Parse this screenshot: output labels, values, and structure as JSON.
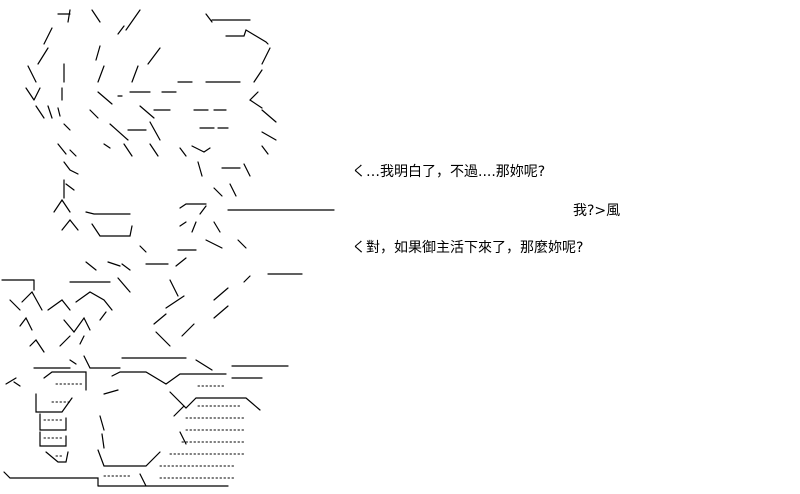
{
  "dialogue": [
    "く…我明白了，不過....那妳呢?",
    "我?>風",
    "く對，如果御主活下來了，那麼妳呢?"
  ],
  "ascii_art": [
    "ノ!  /     ,/        イ___",
    "/     ,'           ─<___",
    "{ヽ!  |l    /    /           /",
    "∨ ..{l   //∠ -=≦   ___     /",
    "∨l}从,イ    ノくミ   ==─    く",
    "ゞ\"       z≦ニ、＼    ==-     ＼",
    "!≧      ,'  ぅ'   ヽ  r-、     ＞",
    "ぅ>              `!   }=-/",
    "|く                    ノ/",
    "八  、___        ,{ニ}\"  r===========",
    "八  ∨__/        ,'   |  /",
    "イ         /",
    "`ーく   -=≦/",
    "-=≦ヽ,/     ,'       ,       ___",
    "/∨:/⌒∨       /      /",
    "八!   ∨\"  /        く",
    "八   /\" /          ＼",
    "___\"_/_ _-=≦三`ヽ_ -===",
    "/::::厂   /    ＼     /::::::＼",
    "{:::::/   /       ＼/::::::::::::＼",
    "|:::::{   {         /:::::::::::::::",
    "|:::::|   |         /::::::::::::::::",
    "＼::!   !___/:::::::::::::::::::",
    "}::::::::::∨ハ:::::::::::::::::::"
  ],
  "colors": {
    "background": "#ffffff",
    "text": "#000000"
  }
}
